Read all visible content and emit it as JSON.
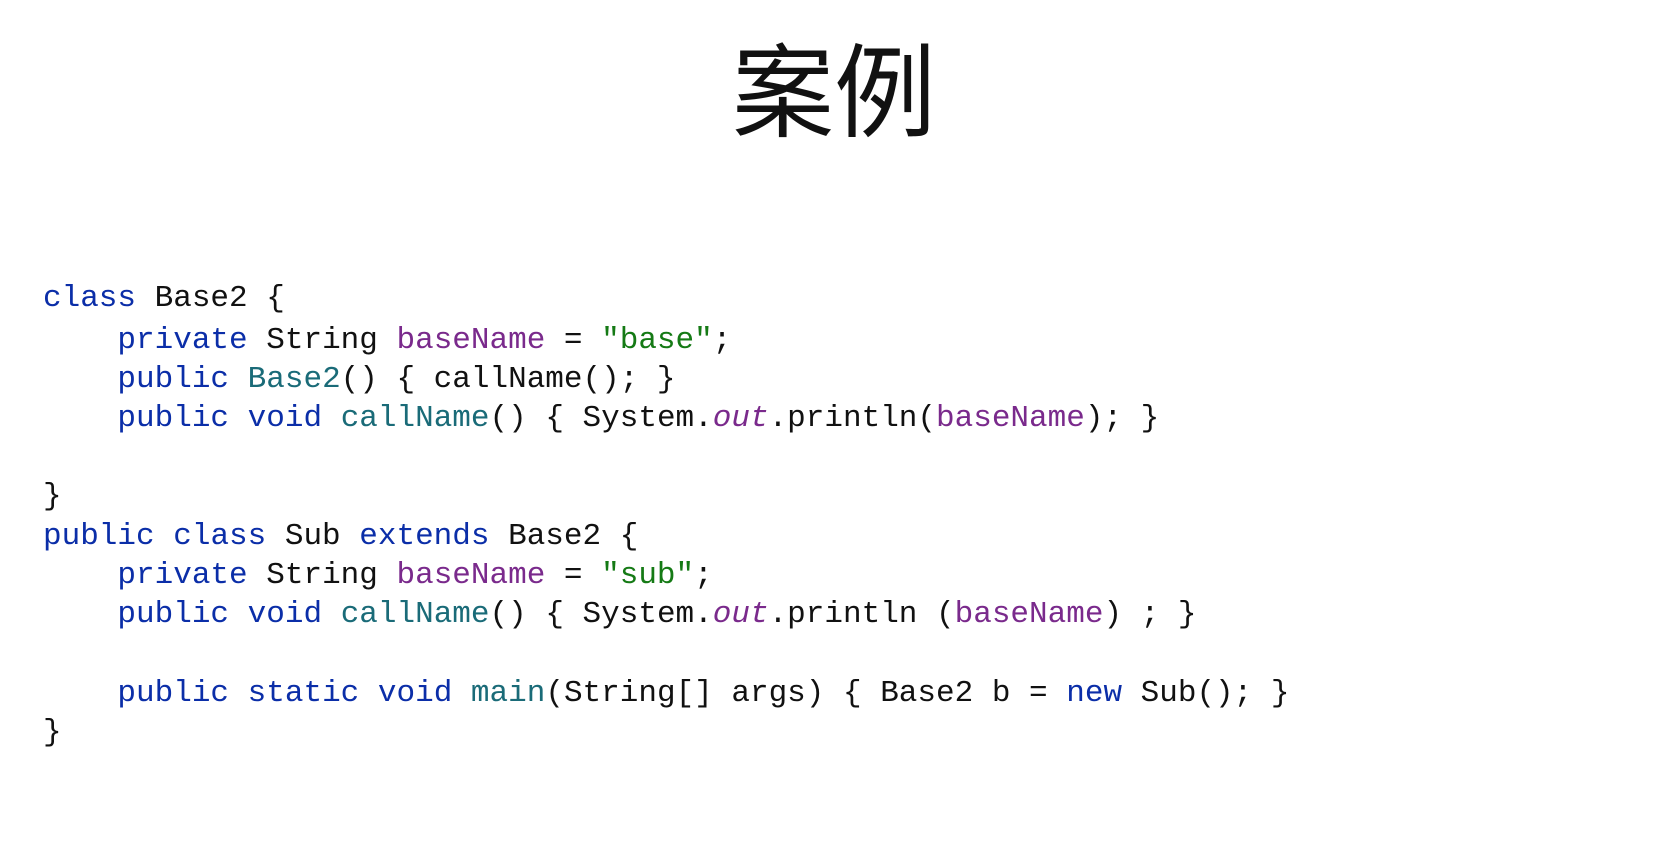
{
  "title": "案例",
  "colors": {
    "keyword": "#0b2ea8",
    "member": "#7a2a8c",
    "string": "#157a15",
    "method": "#1a6b78",
    "plain": "#111111"
  },
  "code_lines": [
    [
      {
        "t": "class",
        "c": "keyword"
      },
      {
        "t": " Base2 {",
        "c": "plain"
      }
    ],
    [
      {
        "t": "    ",
        "c": "plain"
      },
      {
        "t": "private",
        "c": "keyword"
      },
      {
        "t": " String ",
        "c": "plain"
      },
      {
        "t": "baseName",
        "c": "member"
      },
      {
        "t": " = ",
        "c": "plain"
      },
      {
        "t": "\"base\"",
        "c": "string"
      },
      {
        "t": ";",
        "c": "plain"
      }
    ],
    [
      {
        "t": "    ",
        "c": "plain"
      },
      {
        "t": "public",
        "c": "keyword"
      },
      {
        "t": " ",
        "c": "plain"
      },
      {
        "t": "Base2",
        "c": "method"
      },
      {
        "t": "() { callName(); }",
        "c": "plain"
      }
    ],
    [
      {
        "t": "    ",
        "c": "plain"
      },
      {
        "t": "public",
        "c": "keyword"
      },
      {
        "t": " ",
        "c": "plain"
      },
      {
        "t": "void",
        "c": "keyword"
      },
      {
        "t": " ",
        "c": "plain"
      },
      {
        "t": "callName",
        "c": "method"
      },
      {
        "t": "() { System.",
        "c": "plain"
      },
      {
        "t": "out",
        "c": "static"
      },
      {
        "t": ".println(",
        "c": "plain"
      },
      {
        "t": "baseName",
        "c": "member"
      },
      {
        "t": "); }",
        "c": "plain"
      }
    ],
    [],
    [
      {
        "t": "}",
        "c": "plain"
      }
    ],
    [
      {
        "t": "public",
        "c": "keyword"
      },
      {
        "t": " ",
        "c": "plain"
      },
      {
        "t": "class",
        "c": "keyword"
      },
      {
        "t": " Sub ",
        "c": "plain"
      },
      {
        "t": "extends",
        "c": "keyword"
      },
      {
        "t": " Base2 {",
        "c": "plain"
      }
    ],
    [
      {
        "t": "    ",
        "c": "plain"
      },
      {
        "t": "private",
        "c": "keyword"
      },
      {
        "t": " String ",
        "c": "plain"
      },
      {
        "t": "baseName",
        "c": "member"
      },
      {
        "t": " = ",
        "c": "plain"
      },
      {
        "t": "\"sub\"",
        "c": "string"
      },
      {
        "t": ";",
        "c": "plain"
      }
    ],
    [
      {
        "t": "    ",
        "c": "plain"
      },
      {
        "t": "public",
        "c": "keyword"
      },
      {
        "t": " ",
        "c": "plain"
      },
      {
        "t": "void",
        "c": "keyword"
      },
      {
        "t": " ",
        "c": "plain"
      },
      {
        "t": "callName",
        "c": "method"
      },
      {
        "t": "() { System.",
        "c": "plain"
      },
      {
        "t": "out",
        "c": "static"
      },
      {
        "t": ".println (",
        "c": "plain"
      },
      {
        "t": "baseName",
        "c": "member"
      },
      {
        "t": ") ; }",
        "c": "plain"
      }
    ],
    [],
    [
      {
        "t": "    ",
        "c": "plain"
      },
      {
        "t": "public",
        "c": "keyword"
      },
      {
        "t": " ",
        "c": "plain"
      },
      {
        "t": "static",
        "c": "keyword"
      },
      {
        "t": " ",
        "c": "plain"
      },
      {
        "t": "void",
        "c": "keyword"
      },
      {
        "t": " ",
        "c": "plain"
      },
      {
        "t": "main",
        "c": "method"
      },
      {
        "t": "(String[] args) { Base2 b = ",
        "c": "plain"
      },
      {
        "t": "new",
        "c": "keyword"
      },
      {
        "t": " Sub(); }",
        "c": "plain"
      }
    ],
    [
      {
        "t": "}",
        "c": "plain"
      }
    ]
  ]
}
